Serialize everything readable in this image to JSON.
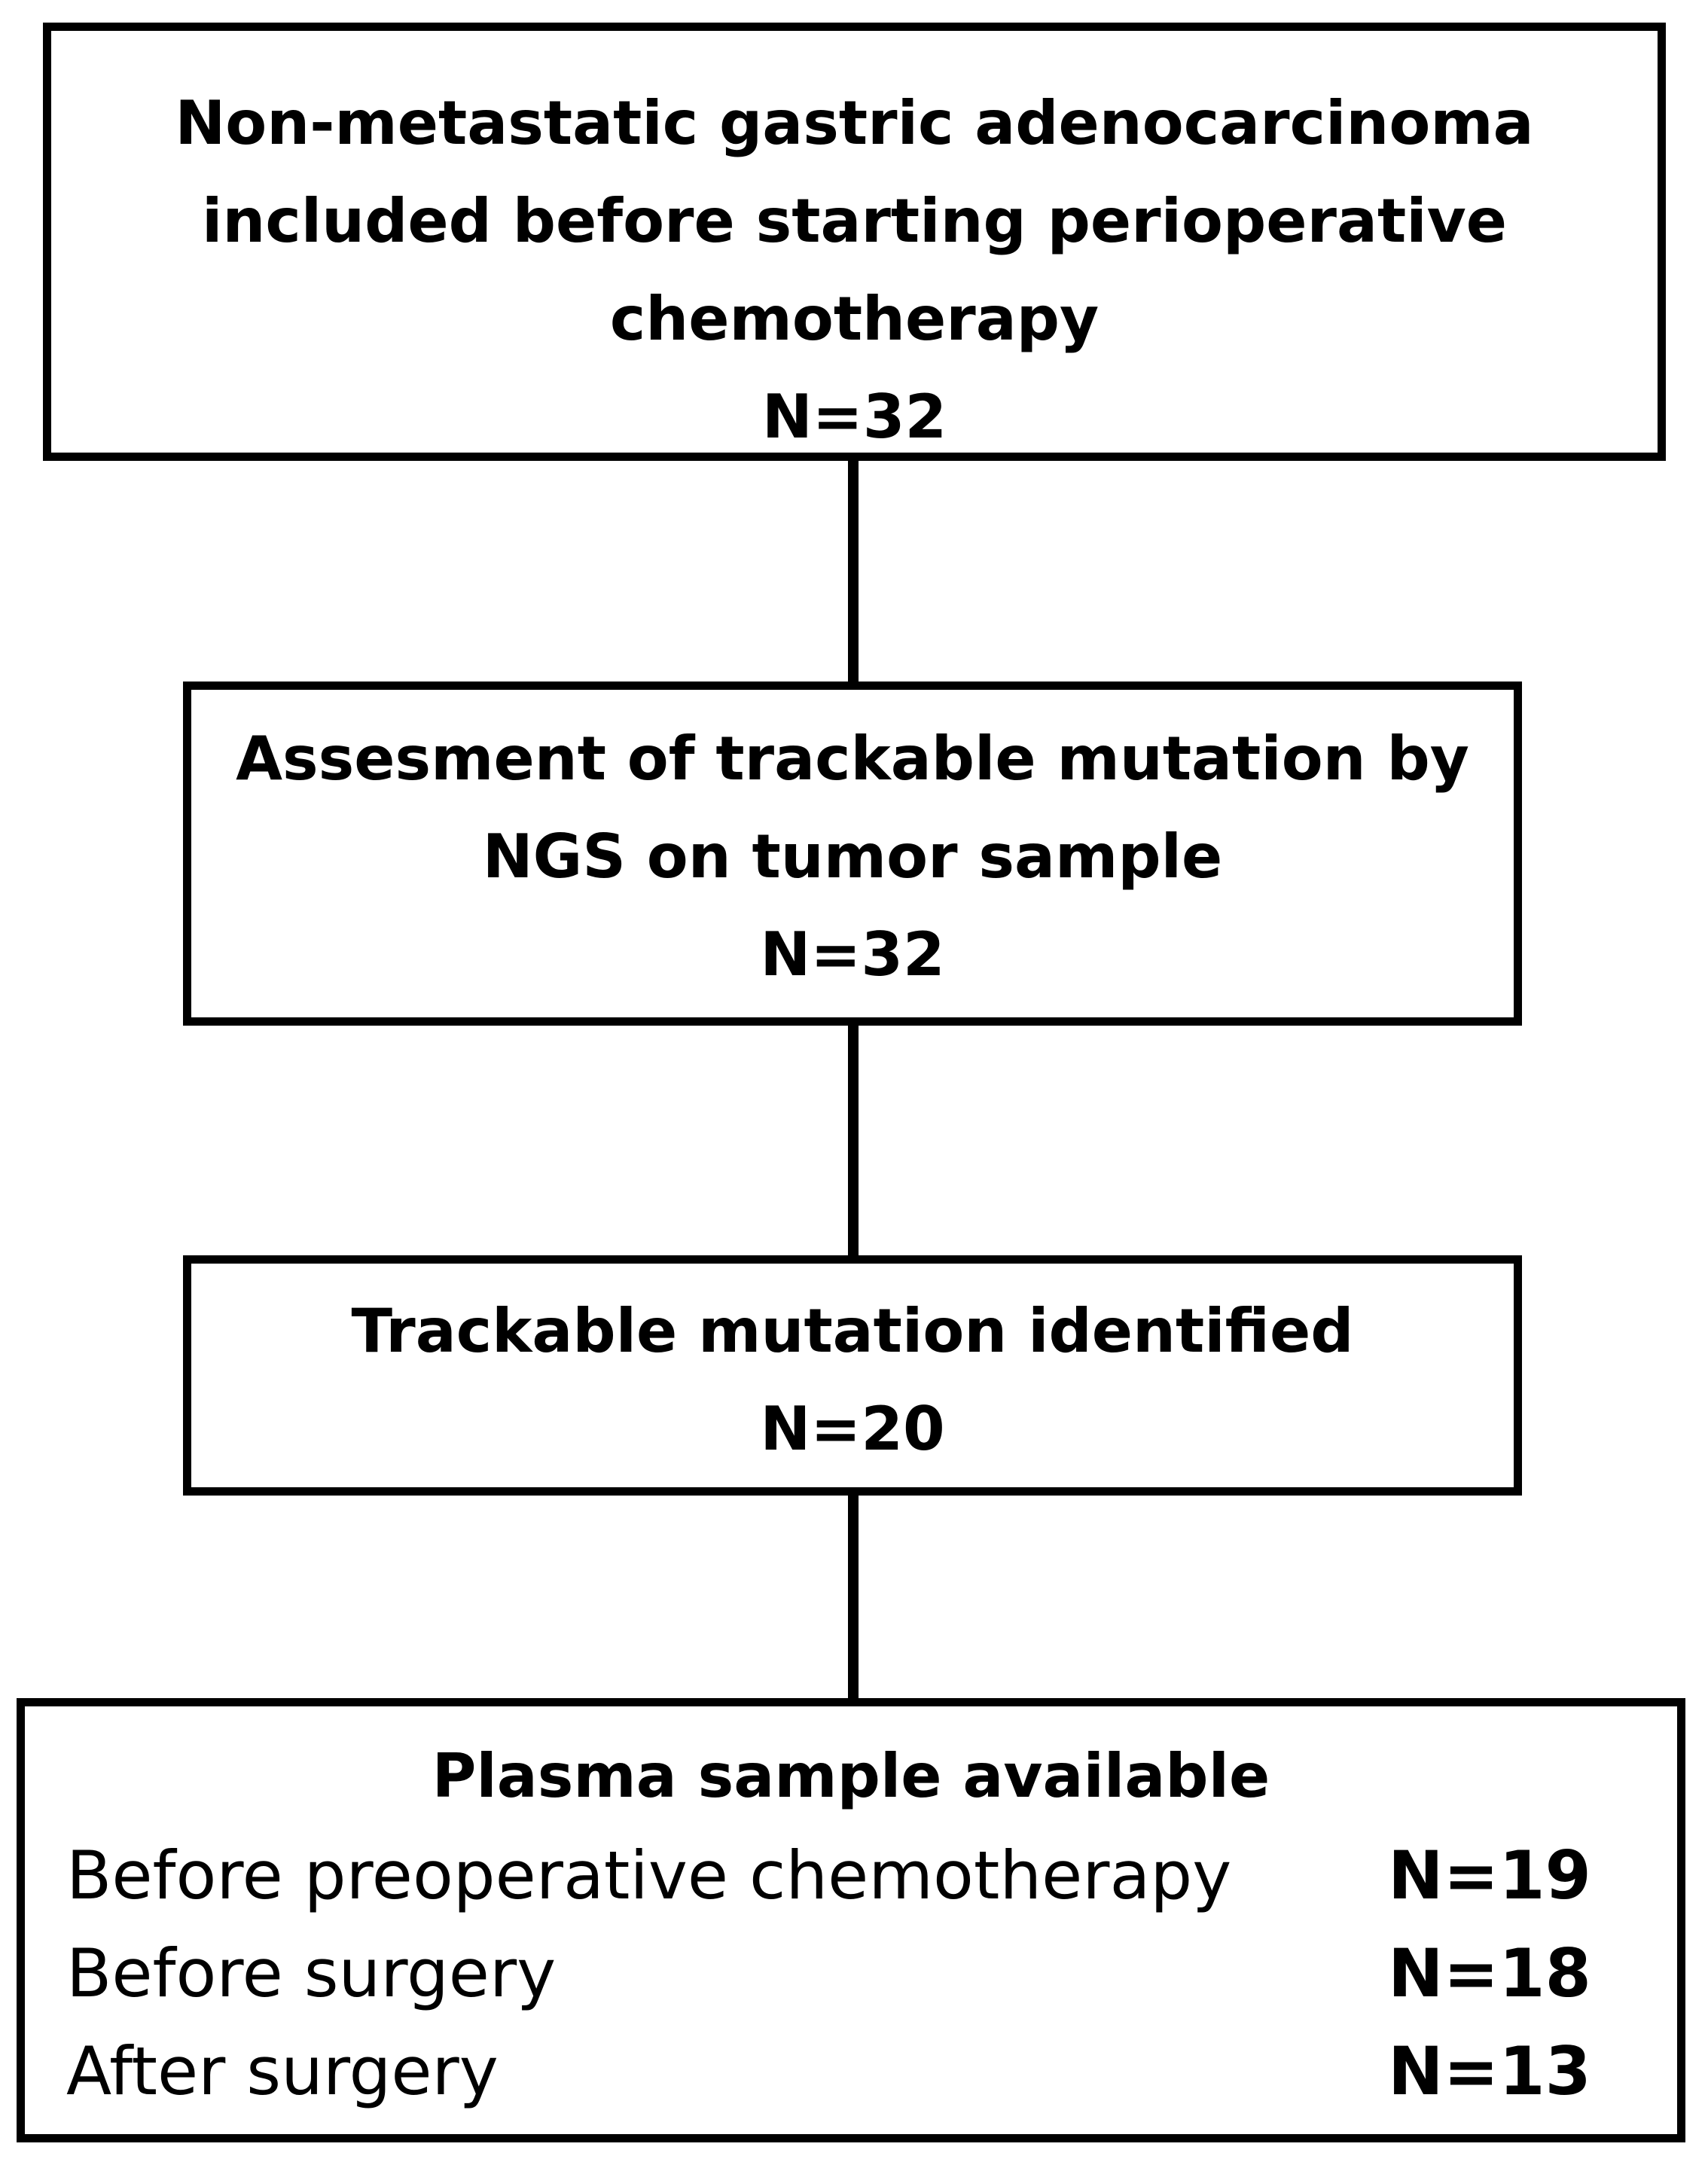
{
  "boxes": {
    "inclusion": {
      "lines": [
        "Non-metastatic gastric  adenocarcinoma",
        "included before starting perioperative",
        "chemotherapy"
      ],
      "count": "N=32"
    },
    "assessment": {
      "lines": [
        "Assesment of trackable mutation by",
        "NGS on tumor sample"
      ],
      "count": "N=32"
    },
    "identified": {
      "lines": [
        "Trackable mutation identified"
      ],
      "count": "N=20"
    },
    "plasma": {
      "title": "Plasma sample available",
      "rows": [
        {
          "label": "Before preoperative chemotherapy",
          "count": "N=19"
        },
        {
          "label": "Before surgery",
          "count": "N=18"
        },
        {
          "label": "After surgery",
          "count": "N=13"
        }
      ]
    }
  }
}
